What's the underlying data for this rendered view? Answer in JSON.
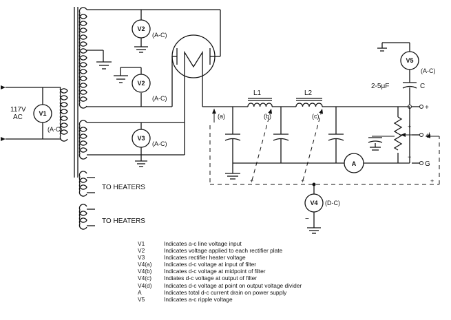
{
  "meters": {
    "v1": {
      "name": "V1",
      "type": "(A-C)"
    },
    "v2_top": {
      "name": "V2",
      "type": "(A-C)"
    },
    "v2_mid": {
      "name": "V2",
      "type": "(A-C)"
    },
    "v3": {
      "name": "V3",
      "type": "(A-C)"
    },
    "v4": {
      "name": "V4",
      "type": "(D-C)"
    },
    "v5": {
      "name": "V5",
      "type": "(A-C)"
    },
    "ammeter": {
      "name": "A"
    }
  },
  "line_input": {
    "voltage": "117V",
    "kind": "AC"
  },
  "chokes": {
    "l1": "L1",
    "l2": "L2"
  },
  "capacitor_c": {
    "value": "2-5μF",
    "name": "C"
  },
  "test_points": {
    "a": "(a)",
    "b": "(b)",
    "c": "(c)",
    "d": "d",
    "g": "G"
  },
  "polarity": {
    "plus": "+",
    "minus": "−"
  },
  "heaters": [
    "TO HEATERS",
    "TO HEATERS"
  ],
  "legend": [
    {
      "code": "V1",
      "text": "Indicates a-c line voltage input"
    },
    {
      "code": "V2",
      "text": "Indicates voltage applied to each rectifier plate"
    },
    {
      "code": "V3",
      "text": "Indicates rectifier heater voltage"
    },
    {
      "code": "V4(a)",
      "text": "Indicates d-c voltage at input of filter"
    },
    {
      "code": "V4(b)",
      "text": "Indicates d-c voltage at midpoint of filter"
    },
    {
      "code": "V4(c)",
      "text": "Indiates d-c voltage at output of filter"
    },
    {
      "code": "V4(d)",
      "text": "Indicates d-c voltage at point on output voltage divider"
    },
    {
      "code": "A",
      "text": "Indicates total d-c current drain on power supply"
    },
    {
      "code": "V5",
      "text": "Indicates a-c ripple voltage"
    }
  ]
}
